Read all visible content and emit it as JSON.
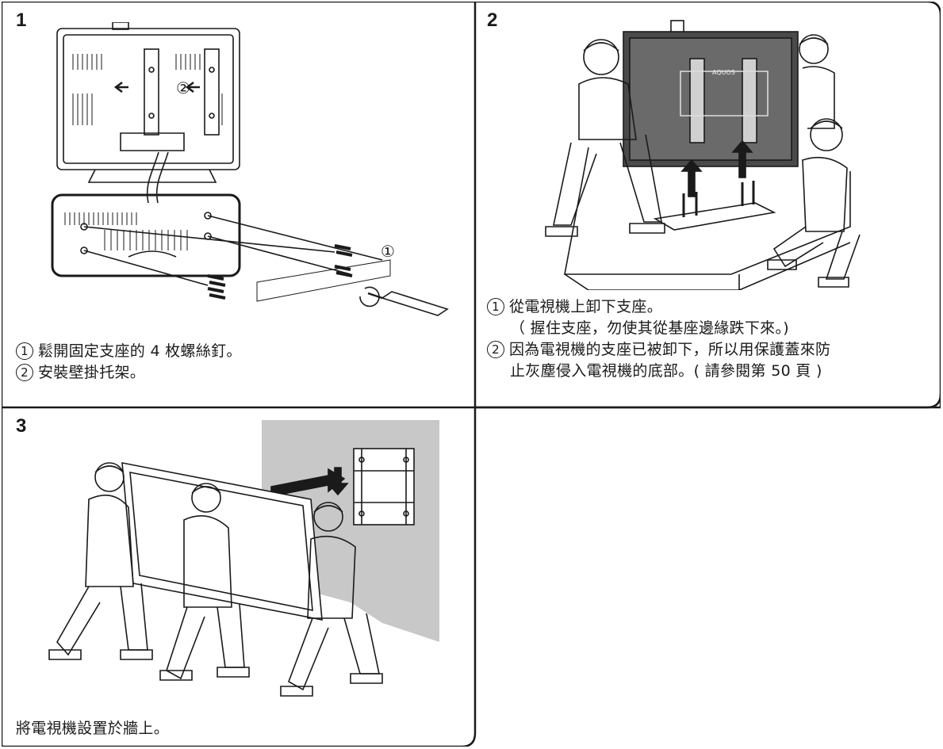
{
  "steps": [
    {
      "number": "1",
      "callout_label": "①",
      "figure_label": "②",
      "items": [
        {
          "marker": "1",
          "text": "鬆開固定支座的 4 枚螺絲釘。"
        },
        {
          "marker": "2",
          "text": "安裝壁掛托架。"
        }
      ]
    },
    {
      "number": "2",
      "brand_text": "AQUOS",
      "items": [
        {
          "marker": "1",
          "text": "從電視機上卸下支座。",
          "sub": "（ 握住支座，勿使其從基座邊緣跌下來。)"
        },
        {
          "marker": "2",
          "text": "因為電視機的支座已被卸下，所以用保護蓋來防",
          "sub": "止灰塵侵入電視機的底部。( 請參閱第 50 頁 )"
        }
      ]
    },
    {
      "number": "3",
      "caption": "將電視機設置於牆上。"
    }
  ],
  "colors": {
    "line": "#1a1a1a",
    "wall": "#c8c8c8",
    "panel": "#4a4a4a"
  }
}
